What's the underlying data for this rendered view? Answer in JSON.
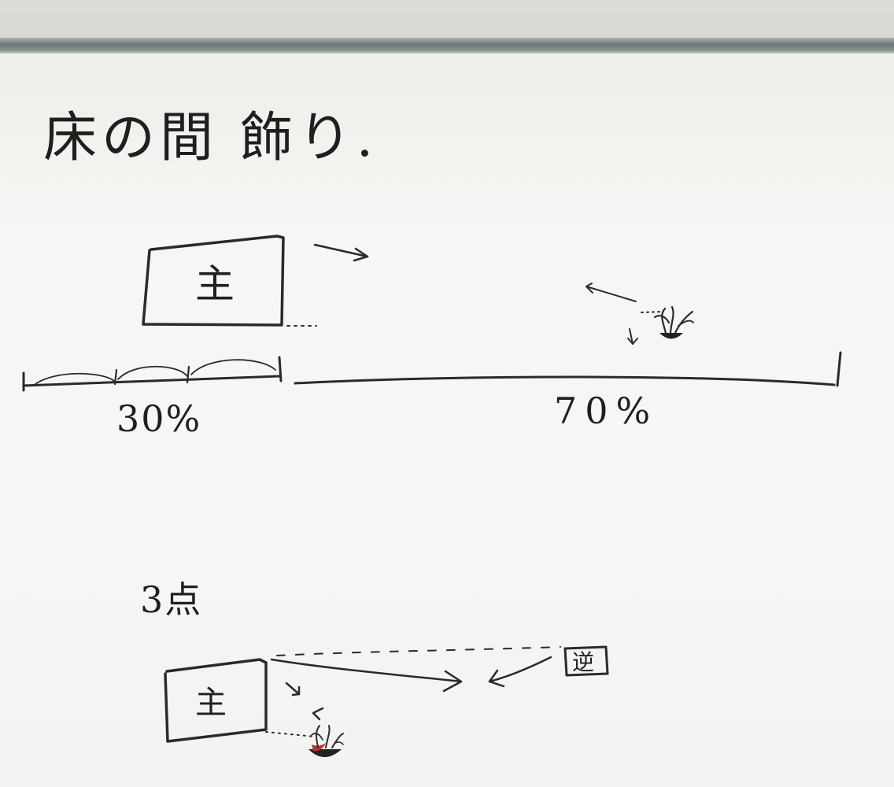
{
  "board": {
    "title": "床の間 飾り.",
    "main_char": "主",
    "left_share": "30%",
    "right_share": "70%",
    "three_points": "3点",
    "secondary_char": "逆"
  },
  "colors": {
    "board": "#f6f6f4",
    "rail": "#6f7776",
    "ink": "#2a2a2a",
    "flower_red": "#b8322f"
  }
}
